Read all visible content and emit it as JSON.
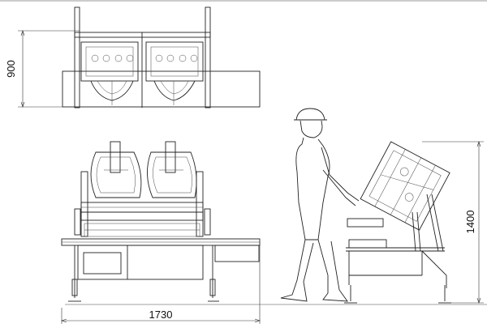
{
  "drawing": {
    "background": "#ffffff",
    "line_color": "#222222",
    "dimensions": {
      "width": "1730",
      "depth": "900",
      "height": "1400"
    }
  }
}
